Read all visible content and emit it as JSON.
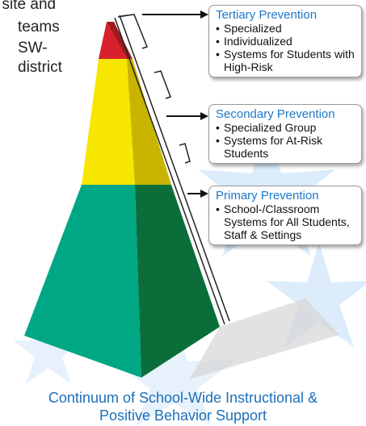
{
  "left_text": {
    "line1": "t site and",
    "line2": "teams",
    "line3": "SW-",
    "line4": "district"
  },
  "tiers": [
    {
      "title": "Tertiary Prevention",
      "items": [
        "Specialized",
        "Individualized",
        "Systems for Students with High-Risk"
      ]
    },
    {
      "title": "Secondary Prevention",
      "items": [
        "Specialized Group",
        "Systems for At-Risk Students"
      ]
    },
    {
      "title": "Primary Prevention",
      "items": [
        "School-/Classroom Systems for All Students, Staff & Settings"
      ]
    }
  ],
  "caption": {
    "line1": "Continuum of School-Wide Instructional &",
    "line2": "Positive Behavior Support"
  },
  "colors": {
    "top_front": "#d8202b",
    "top_side": "#9e1a1f",
    "middle_front": "#f7e600",
    "middle_side": "#c9b400",
    "bottom_front": "#00a785",
    "bottom_side": "#0b6e3a",
    "callout_title": "#1d78c8",
    "caption": "#1d6fb8",
    "star": "#dcecfa"
  }
}
